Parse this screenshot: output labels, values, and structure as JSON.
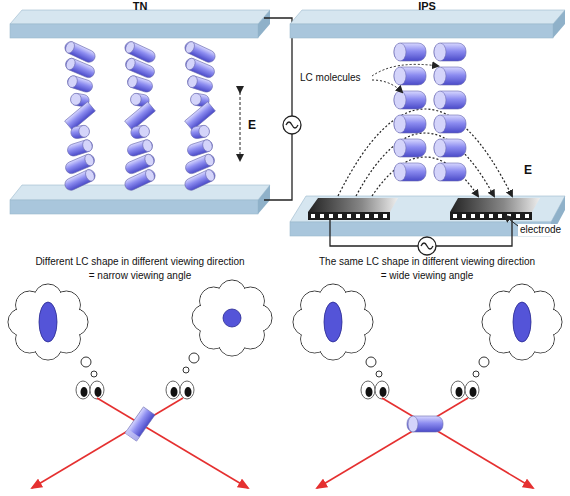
{
  "diagram": {
    "labels": [
      "TN",
      "IPS",
      "E",
      "LC molecules",
      "E",
      "electrode",
      "Different LC shape in different viewing direction",
      "= narrow viewing angle",
      "The same LC shape in different viewing direction",
      "= wide viewing angle"
    ]
  }
}
